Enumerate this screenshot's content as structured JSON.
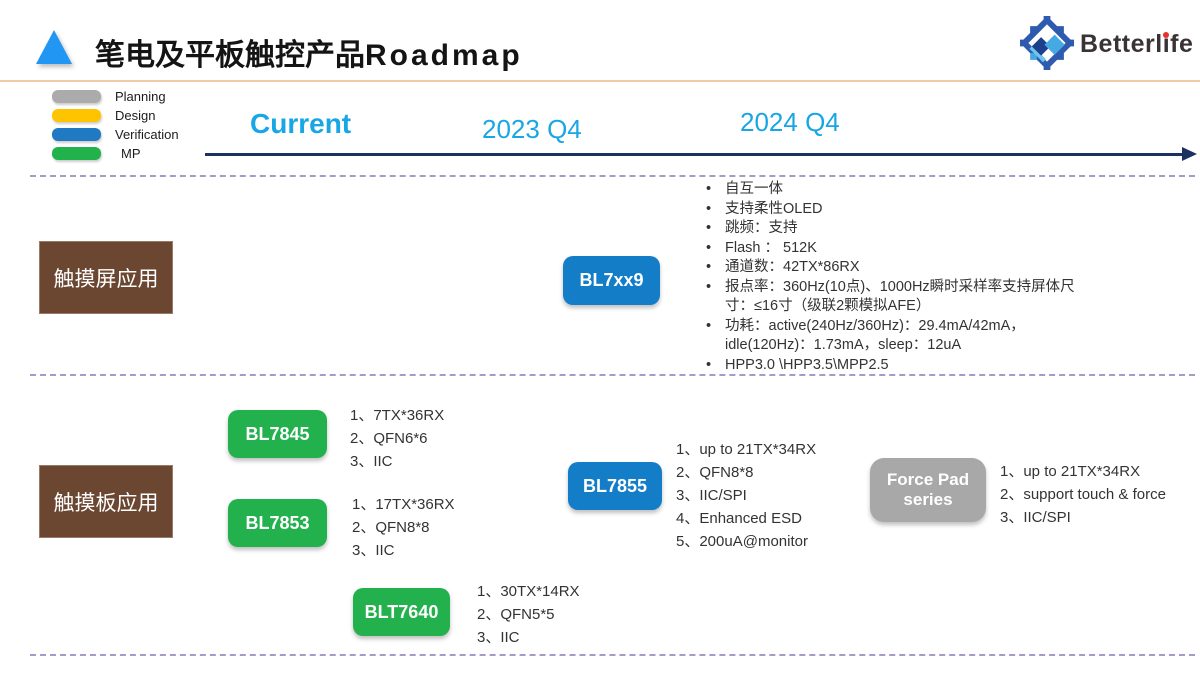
{
  "header": {
    "title": "笔电及平板触控产品Roadmap",
    "title_cn": "笔电及平板触控产品",
    "title_en": "Roadmap",
    "logo": {
      "brand": "Betterlife",
      "pre": "Betterl",
      "i": "i",
      "post": "fe"
    }
  },
  "legend": {
    "items": [
      {
        "label": "Planning",
        "color": "#ababab"
      },
      {
        "label": "Design",
        "color": "#ffc400"
      },
      {
        "label": "Verification",
        "color": "#2079c3"
      },
      {
        "label": "MP",
        "color": "#22b24c"
      }
    ]
  },
  "timeline": {
    "milestones": [
      "Current",
      "2023 Q4",
      "2024 Q4"
    ]
  },
  "screen_row": {
    "label": "触摸屏应用",
    "chip": {
      "label": "BL7xx9",
      "status": "Verification"
    },
    "specs": [
      "自互一体",
      "支持柔性OLED",
      "跳频：支持",
      "Flash ： 512K",
      "通道数：42TX*86RX",
      "报点率：360Hz(10点)、1000Hz瞬时采样率支持屏体尺寸：≤16寸（级联2颗模拟AFE）",
      "功耗：active(240Hz/360Hz)：29.4mA/42mA，idle(120Hz)：1.73mA，sleep：12uA",
      "HPP3.0 \\HPP3.5\\MPP2.5"
    ]
  },
  "pad_row": {
    "label": "触摸板应用",
    "products": [
      {
        "name": "BL7845",
        "status": "MP",
        "specs": [
          "1、7TX*36RX",
          "2、QFN6*6",
          "3、IIC"
        ]
      },
      {
        "name": "BL7853",
        "status": "MP",
        "specs": [
          "1、17TX*36RX",
          "2、QFN8*8",
          "3、IIC"
        ]
      },
      {
        "name": "BLT7640",
        "status": "MP",
        "specs": [
          "1、30TX*14RX",
          "2、QFN5*5",
          "3、IIC"
        ]
      },
      {
        "name": "BL7855",
        "status": "Verification",
        "specs": [
          "1、up to 21TX*34RX",
          "2、QFN8*8",
          "3、IIC/SPI",
          "4、Enhanced ESD",
          "5、200uA@monitor"
        ]
      },
      {
        "name": "Force Pad series",
        "name_line1": "Force Pad",
        "name_line2": "series",
        "status": "Planning",
        "specs": [
          "1、up to 21TX*34RX",
          "2、support touch & force",
          "3、IIC/SPI"
        ]
      }
    ]
  },
  "colors": {
    "accent_cyan": "#18a6e4",
    "timeline_navy": "#1b3261",
    "dashed_divider": "#a899cb",
    "row_label_brown": "#6b4631",
    "chip_blue": "#147dc8",
    "chip_green": "#23b14e",
    "chip_gray": "#a8a8a8",
    "header_rule_peach": "#f0cbaa",
    "title_triangle_blue": "#2196f3",
    "logo_dark_blue": "#2e5bb0",
    "logo_navy": "#1c3f8e",
    "logo_light_blue": "#47a9e2",
    "brand_text": "#3a3335",
    "brand_dot_red": "#e8312a"
  }
}
